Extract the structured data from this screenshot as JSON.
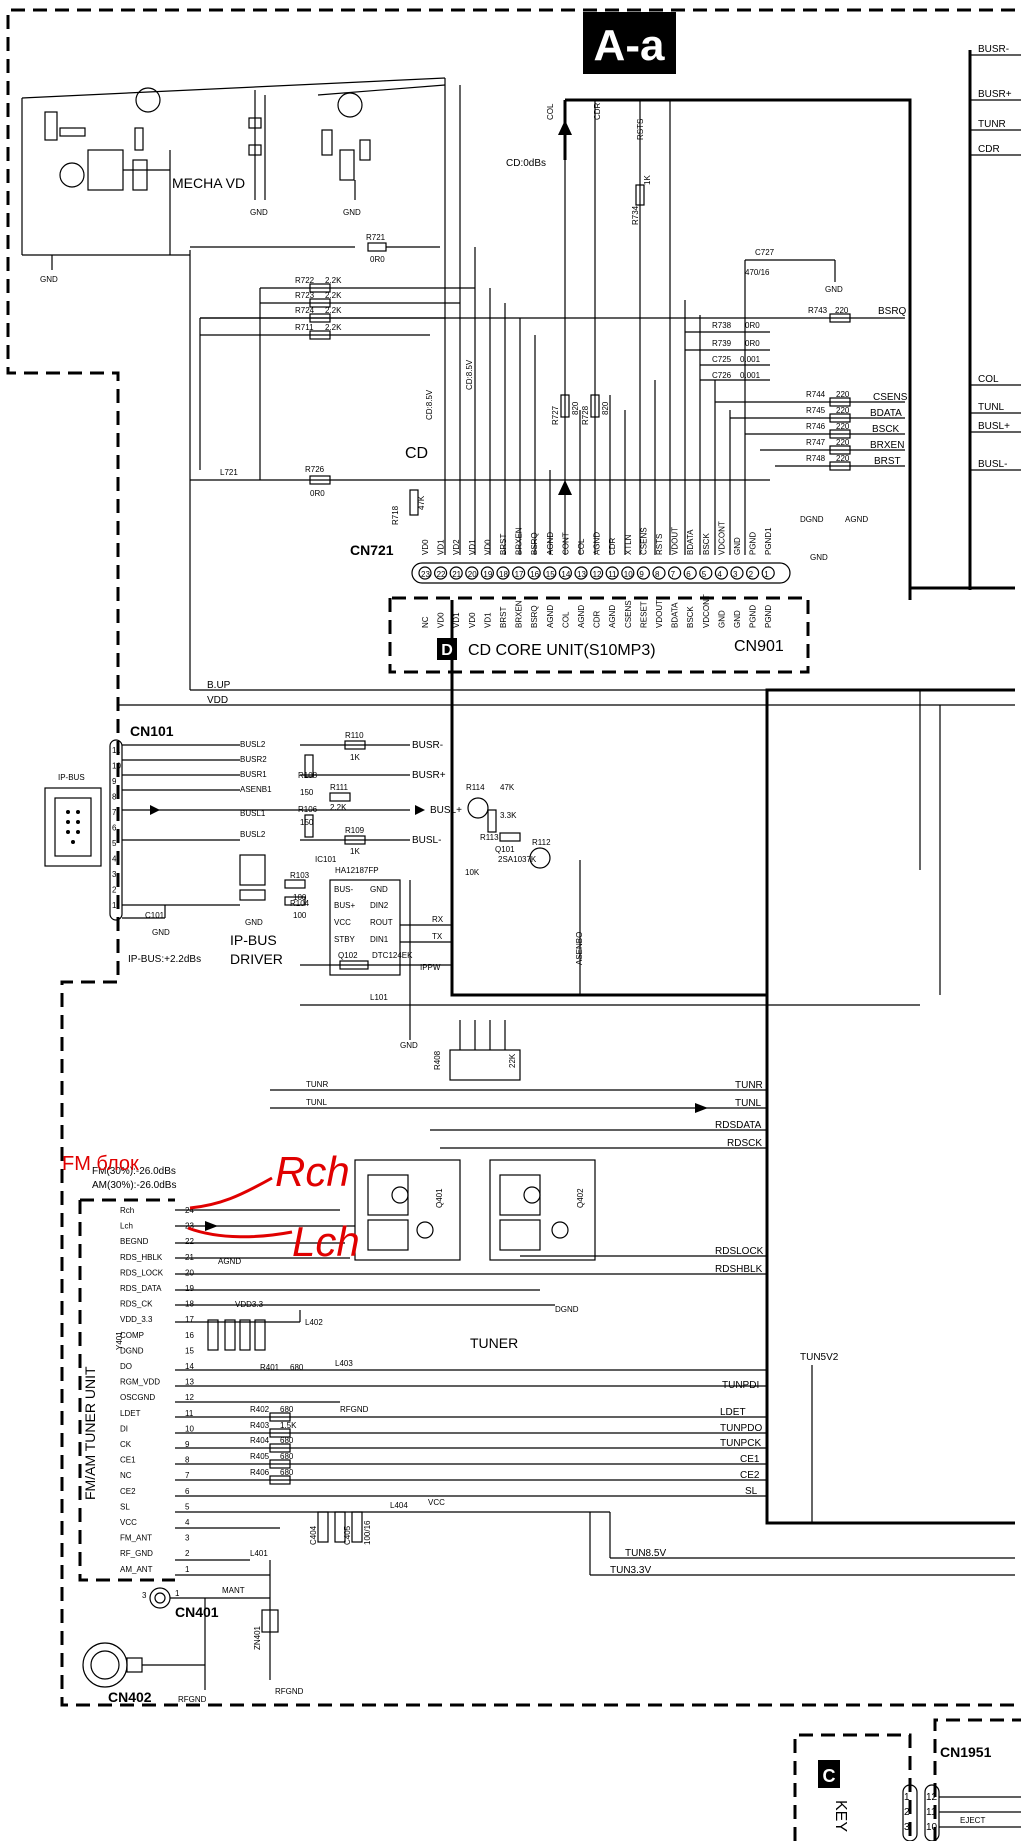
{
  "title_block": "A-a",
  "sections": {
    "cd_level": "CD:0dBs",
    "mecha_vd": "MECHA VD",
    "cd_label": "CD",
    "cd_core_unit": "CD CORE UNIT(S10MP3)",
    "cd_core_tag": "D",
    "cn901": "CN901",
    "cn721": "CN721",
    "cn101": "CN101",
    "ip_bus_conn": "IP-BUS",
    "ip_bus_driver_1": "IP-BUS",
    "ip_bus_driver_2": "DRIVER",
    "ip_bus_level": "IP-BUS:+2.2dBs",
    "ic101": "IC101",
    "ic101_part": "HA12187FP",
    "tuner": "TUNER",
    "fm_am_unit": "FM/AM TUNER UNIT",
    "fm_level": "FM(30%):-26.0dBs",
    "am_level": "AM(30%):-26.0dBs",
    "cn401": "CN401",
    "cn402": "CN402",
    "cn1951": "CN1951",
    "key_tag": "C",
    "key_label": "KEY",
    "b_up": "B.UP",
    "vdd": "VDD",
    "tun85v": "TUN8.5V",
    "tun33v": "TUN3.3V",
    "tun5v2": "TUN5V2",
    "rf_gnd": "RFGND",
    "eject": "EJECT"
  },
  "annotations": {
    "fm_block": "FM блок",
    "rch": "Rch",
    "lch": "Lch"
  },
  "cn721_pins": [
    "23",
    "22",
    "21",
    "20",
    "19",
    "18",
    "17",
    "16",
    "15",
    "14",
    "13",
    "12",
    "11",
    "10",
    "9",
    "8",
    "7",
    "6",
    "5",
    "4",
    "3",
    "2",
    "1"
  ],
  "cn721_top_labels": [
    "VD0",
    "VD1",
    "VD2",
    "VD1",
    "VD0",
    "BRST",
    "BRXEN",
    "BSRQ",
    "AGND",
    "CONT",
    "COL",
    "AGND",
    "CDR",
    "XTLN",
    "CSENS",
    "RSTS",
    "VDOUT",
    "BDATA",
    "BSCK",
    "VDCONT",
    "GND",
    "PGND",
    "PGND1"
  ],
  "cn901_labels": [
    "NC",
    "VD0",
    "VD1",
    "VD0",
    "VD1",
    "BRST",
    "BRXEN",
    "BSRQ",
    "AGND",
    "COL",
    "AGND",
    "CDR",
    "AGND",
    "CSENS",
    "RESET",
    "VDOUT",
    "BDATA",
    "BSCK",
    "VDCONT",
    "GND",
    "GND",
    "PGND",
    "PGND"
  ],
  "cd_signals": [
    "CSENS",
    "BDATA",
    "BSCK",
    "BRXEN",
    "BRST"
  ],
  "bsrq": "BSRQ",
  "right_signals": [
    "BUSR-",
    "BUSR+",
    "TUNR",
    "CDR",
    "COL",
    "TUNL",
    "BUSL+",
    "BUSL-"
  ],
  "cd_resistors": [
    {
      "name": "R722",
      "value": "2.2K"
    },
    {
      "name": "R723",
      "value": "2.2K"
    },
    {
      "name": "R724",
      "value": "2.2K"
    },
    {
      "name": "R711",
      "value": "2.2K"
    },
    {
      "name": "R721",
      "value": "0R0"
    },
    {
      "name": "R726",
      "value": "0R0"
    },
    {
      "name": "R738",
      "value": "0R0"
    },
    {
      "name": "R739",
      "value": "0R0"
    },
    {
      "name": "C725",
      "value": "0.001"
    },
    {
      "name": "C726",
      "value": "0.001"
    },
    {
      "name": "R743",
      "value": "220"
    },
    {
      "name": "R744",
      "value": "220"
    },
    {
      "name": "R745",
      "value": "220"
    },
    {
      "name": "R746",
      "value": "220"
    },
    {
      "name": "R747",
      "value": "220"
    },
    {
      "name": "R748",
      "value": "220"
    },
    {
      "name": "R734",
      "value": "1K"
    },
    {
      "name": "R727",
      "value": "820"
    },
    {
      "name": "R728",
      "value": "820"
    },
    {
      "name": "R718",
      "value": "47K"
    },
    {
      "name": "C727",
      "value": "470/16"
    },
    {
      "name": "L721",
      "value": ""
    }
  ],
  "cn101_pins": [
    "11",
    "10",
    "9",
    "8",
    "7",
    "6",
    "5",
    "4",
    "3",
    "2",
    "1"
  ],
  "cn101_signals": [
    "BUSL2",
    "BUSR2",
    "BUSR1",
    "ASENB1",
    "BUSL1",
    "",
    "BUSL2",
    "",
    "",
    "",
    ""
  ],
  "ip_bus_parts": [
    {
      "name": "R110",
      "value": "1K"
    },
    {
      "name": "R108",
      "value": "150"
    },
    {
      "name": "R106",
      "value": "150"
    },
    {
      "name": "R111",
      "value": "2.2K"
    },
    {
      "name": "R109",
      "value": "1K"
    },
    {
      "name": "R103",
      "value": "100"
    },
    {
      "name": "R104",
      "value": "100"
    },
    {
      "name": "R113",
      "value": "3.3K"
    },
    {
      "name": "R114",
      "value": "47K"
    },
    {
      "name": "R112",
      "value": "10K"
    },
    {
      "name": "Q101",
      "value": "2SA1037K"
    },
    {
      "name": "Q102",
      "value": "DTC124EK"
    },
    {
      "name": "C101",
      "value": ""
    },
    {
      "name": "L101",
      "value": ""
    }
  ],
  "ic101_pins_left": [
    "BUS-",
    "BUS+",
    "VCC",
    "STBY"
  ],
  "ic101_pins_right": [
    "GND",
    "DIN2",
    "ROUT",
    "DIN1"
  ],
  "ic101_nets": [
    "RX",
    "TX",
    "IPPW",
    "ASENBO"
  ],
  "tuner_pins": [
    {
      "num": "24",
      "name": "Rch"
    },
    {
      "num": "23",
      "name": "Lch"
    },
    {
      "num": "22",
      "name": "BEGND"
    },
    {
      "num": "21",
      "name": "RDS_HBLK"
    },
    {
      "num": "20",
      "name": "RDS_LOCK"
    },
    {
      "num": "19",
      "name": "RDS_DATA"
    },
    {
      "num": "18",
      "name": "RDS_CK"
    },
    {
      "num": "17",
      "name": "VDD_3.3"
    },
    {
      "num": "16",
      "name": "COMP"
    },
    {
      "num": "15",
      "name": "DGND"
    },
    {
      "num": "14",
      "name": "DO"
    },
    {
      "num": "13",
      "name": "RGM_VDD"
    },
    {
      "num": "12",
      "name": "OSCGND"
    },
    {
      "num": "11",
      "name": "LDET"
    },
    {
      "num": "10",
      "name": "DI"
    },
    {
      "num": "9",
      "name": "CK"
    },
    {
      "num": "8",
      "name": "CE1"
    },
    {
      "num": "7",
      "name": "NC"
    },
    {
      "num": "6",
      "name": "CE2"
    },
    {
      "num": "5",
      "name": "SL"
    },
    {
      "num": "4",
      "name": "VCC"
    },
    {
      "num": "3",
      "name": "FM_ANT"
    },
    {
      "num": "2",
      "name": "RF_GND"
    },
    {
      "num": "1",
      "name": "AM_ANT"
    }
  ],
  "tuner_nets": [
    "TUNR",
    "TUNL",
    "RDSDATA",
    "RDSCK",
    "RDSLOCK",
    "RDSHBLK",
    "TUNPDI",
    "LDET",
    "TUNPDO",
    "TUNPCK",
    "CE1",
    "CE2",
    "SL"
  ],
  "q401": "Q401",
  "q402": "Q402",
  "y401": "Y401",
  "tuner_parts": [
    {
      "name": "R402",
      "value": "680"
    },
    {
      "name": "R403",
      "value": "1.5K"
    },
    {
      "name": "R404",
      "value": "680"
    },
    {
      "name": "R405",
      "value": "680"
    },
    {
      "name": "R406",
      "value": "680"
    },
    {
      "name": "R401",
      "value": "680"
    },
    {
      "name": "L402",
      "value": ""
    },
    {
      "name": "L403",
      "value": ""
    },
    {
      "name": "L404",
      "value": ""
    },
    {
      "name": "L401",
      "value": ""
    },
    {
      "name": "C404",
      "value": ""
    },
    {
      "name": "C405",
      "value": "100/16"
    },
    {
      "name": "ZN401",
      "value": ""
    },
    {
      "name": "R408",
      "value": "22K"
    }
  ],
  "misc_labels": {
    "gnd": "GND",
    "dgnd": "DGND",
    "agnd": "AGND",
    "vcc": "VCC",
    "vdd33": "VDD3.3",
    "mant": "MANT"
  }
}
